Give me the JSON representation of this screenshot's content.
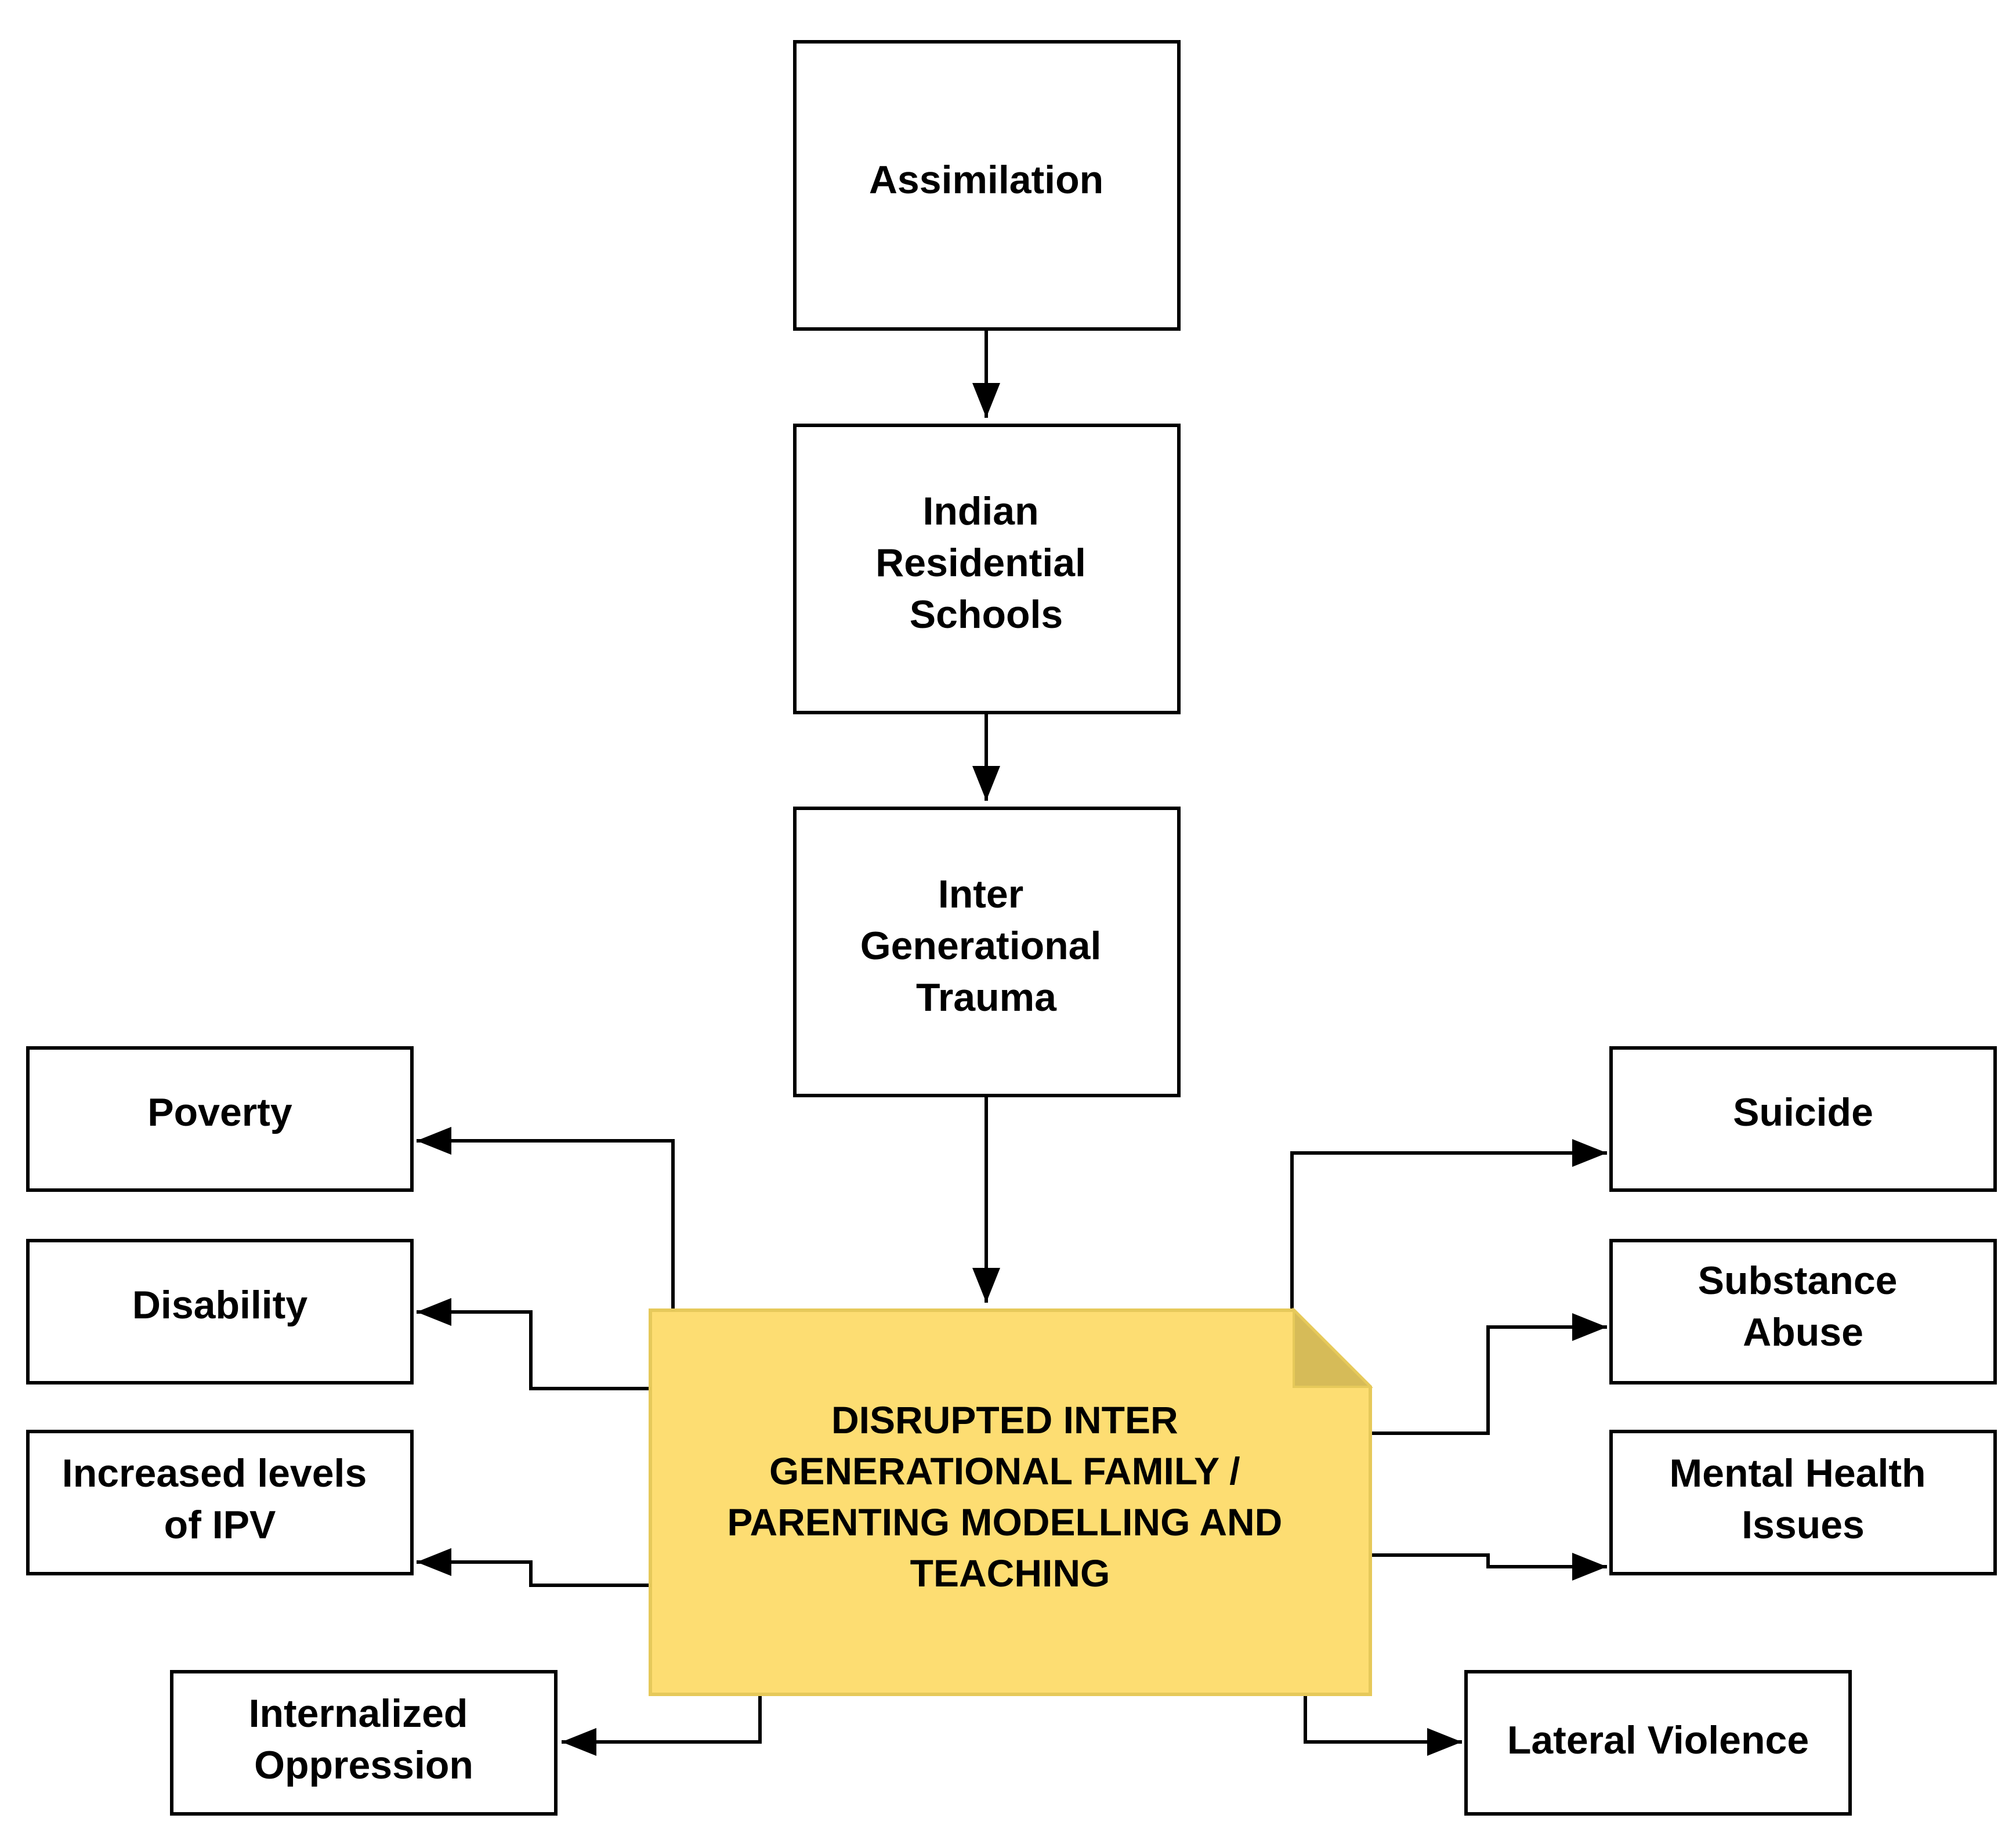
{
  "diagram": {
    "nodes": [
      {
        "id": "assimilation",
        "lines": [
          "Assimilation"
        ]
      },
      {
        "id": "residential-schools",
        "lines": [
          "Indian",
          "Residential",
          "Schools"
        ]
      },
      {
        "id": "intergenerational-trauma",
        "lines": [
          "Inter",
          "Generational",
          "Trauma"
        ]
      },
      {
        "id": "disrupted-parenting",
        "lines": [
          "DISRUPTED INTER",
          "GENERATIONAL FAMILY /",
          "PARENTING MODELLING AND",
          "TEACHING"
        ]
      },
      {
        "id": "poverty",
        "lines": [
          "Poverty"
        ]
      },
      {
        "id": "disability",
        "lines": [
          "Disability"
        ]
      },
      {
        "id": "ipv",
        "lines": [
          "Increased levels",
          "of IPV"
        ]
      },
      {
        "id": "internalized-oppression",
        "lines": [
          "Internalized",
          "Oppression"
        ]
      },
      {
        "id": "suicide",
        "lines": [
          "Suicide"
        ]
      },
      {
        "id": "substance-abuse",
        "lines": [
          "Substance",
          "Abuse"
        ]
      },
      {
        "id": "mental-health",
        "lines": [
          "Mental Health",
          "Issues"
        ]
      },
      {
        "id": "lateral-violence",
        "lines": [
          "Lateral Violence"
        ]
      }
    ],
    "edges": [
      {
        "from": "assimilation",
        "to": "residential-schools"
      },
      {
        "from": "residential-schools",
        "to": "intergenerational-trauma"
      },
      {
        "from": "intergenerational-trauma",
        "to": "disrupted-parenting"
      },
      {
        "from": "disrupted-parenting",
        "to": "poverty"
      },
      {
        "from": "disrupted-parenting",
        "to": "disability"
      },
      {
        "from": "disrupted-parenting",
        "to": "ipv"
      },
      {
        "from": "disrupted-parenting",
        "to": "internalized-oppression"
      },
      {
        "from": "disrupted-parenting",
        "to": "suicide"
      },
      {
        "from": "disrupted-parenting",
        "to": "substance-abuse"
      },
      {
        "from": "disrupted-parenting",
        "to": "mental-health"
      },
      {
        "from": "disrupted-parenting",
        "to": "lateral-violence"
      }
    ],
    "colors": {
      "note_fill": "#fddd72",
      "note_border": "#e6c95a",
      "note_fold": "#d6bb58",
      "line": "#000000",
      "box_fill": "#ffffff"
    }
  }
}
